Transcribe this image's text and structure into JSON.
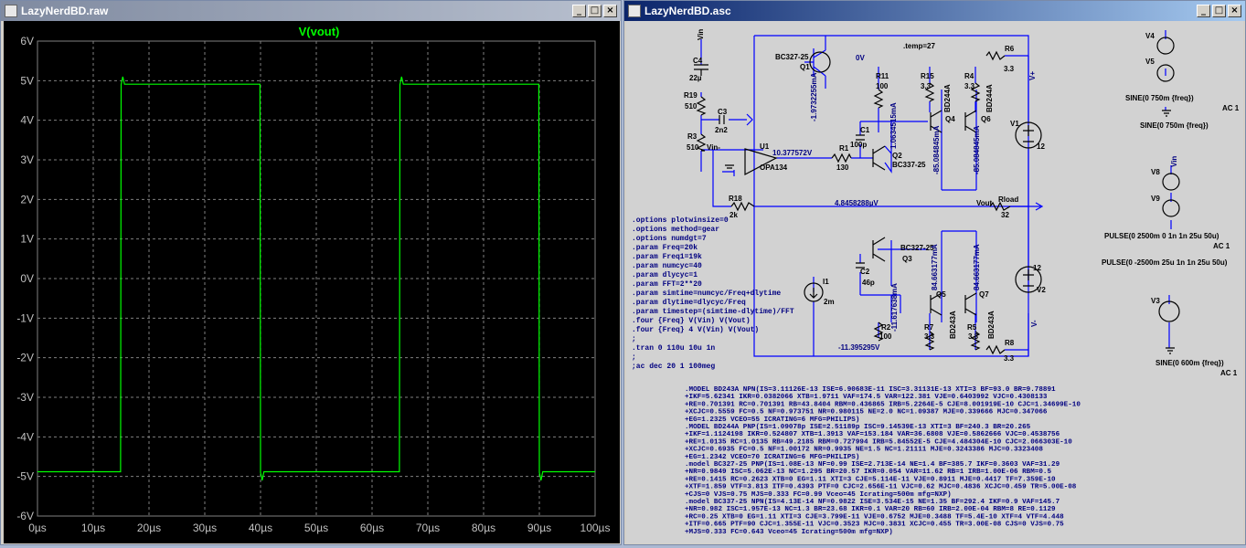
{
  "waveform_window": {
    "title": "LazyNerdBD.raw",
    "trace_label": "V(vout)",
    "trace_color": "#00ff00",
    "y_ticks": [
      "6V",
      "5V",
      "4V",
      "3V",
      "2V",
      "1V",
      "0V",
      "-1V",
      "-2V",
      "-3V",
      "-4V",
      "-5V",
      "-6V"
    ],
    "x_ticks": [
      "0µs",
      "10µs",
      "20µs",
      "30µs",
      "40µs",
      "50µs",
      "60µs",
      "70µs",
      "80µs",
      "90µs",
      "100µs"
    ]
  },
  "chart_data": {
    "type": "line",
    "title": "V(vout)",
    "xlabel": "",
    "ylabel": "",
    "xlim": [
      0,
      100
    ],
    "ylim": [
      -6,
      6
    ],
    "x_unit": "µs",
    "y_unit": "V",
    "grid": true,
    "series": [
      {
        "name": "V(vout)",
        "x": [
          0,
          14.9,
          15.0,
          15.3,
          15.6,
          39.9,
          40.0,
          40.3,
          40.6,
          64.9,
          65.0,
          65.3,
          65.6,
          89.9,
          90.0,
          90.3,
          90.6,
          100
        ],
        "y": [
          -4.88,
          -4.88,
          4.9,
          5.1,
          4.91,
          4.91,
          -4.9,
          -5.1,
          -4.88,
          -4.88,
          4.9,
          5.1,
          4.91,
          4.91,
          -4.9,
          -5.1,
          -4.88,
          -4.88
        ]
      }
    ]
  },
  "schematic_window": {
    "title": "LazyNerdBD.asc",
    "labels": {
      "vin_top": "Vin",
      "c4": "C4",
      "c4_val": "22µ",
      "r19": "R19",
      "r19_val": "510",
      "c3": "C3",
      "c3_val": "2n2",
      "r3": "R3",
      "r3_val": "510",
      "vin_minus": "Vin-",
      "u1": "U1",
      "u1_model": "OPA134",
      "u1_out_v": "10.377572V",
      "r1": "R1",
      "r1_val": "130",
      "r18": "R18",
      "r18_val": "2k",
      "q1_model": "BC327-25",
      "q1": "Q1",
      "q1_current": "-1.9732255mA",
      "temp": ".temp=27",
      "zero_v": "0V",
      "r11": "R11",
      "r11_val": "100",
      "r15": "R15",
      "r15_val": "3.3",
      "r4": "R4",
      "r4_val": "3.3",
      "bd244a_1": "BD244A",
      "bd244a_2": "BD244A",
      "q4": "Q4",
      "q6": "Q6",
      "r6": "R6",
      "r6_val": "3.3",
      "vplus": "V+",
      "c1": "C1",
      "c1_val": "100p",
      "c1_current": "1.0634515mA",
      "q2": "Q2",
      "q2_model": "BC337-25",
      "q4_current": "-85.084845mA",
      "q6_current": "-85.084845mA",
      "v1": "V1",
      "v1_val": "12",
      "out_v": "4.8458288µV",
      "vout": "Vout",
      "rload": "Rload",
      "rload_val": "32",
      "q3_model": "BC327-25",
      "q3": "Q3",
      "c2": "C2",
      "c2_val": "46p",
      "c2_current": "-11.617638mA",
      "q5_current": "84.663177mA",
      "q7_current": "84.663177mA",
      "i1": "I1",
      "i1_val": "2m",
      "q5": "Q5",
      "q7": "Q7",
      "r2": "R2",
      "r2_val": "100",
      "r7": "R7",
      "r7_val": "3.3",
      "r5": "R5",
      "r5_val": "3.3",
      "bd243a_1": "BD243A",
      "bd243a_2": "BD243A",
      "v2": "V2",
      "v2_val": "12",
      "vminus": "V-",
      "neg_v": "-11.395295V",
      "r8": "R8",
      "r8_val": "3.3",
      "v4": "V4",
      "v5": "V5",
      "sine1": "SINE(0 750m {freq})",
      "ac1": "AC 1",
      "sine2": "SINE(0 750m {freq})",
      "vin_right": "Vin",
      "v8": "V8",
      "v9": "V9",
      "pulse1": "PULSE(0 2500m 0 1n 1n 25u 50u)",
      "ac2": "AC 1",
      "pulse2": "PULSE(0 -2500m 25u 1n 1n 25u 50u)",
      "v3": "V3",
      "sine3": "SINE(0 600m {freq})",
      "ac3": "AC 1"
    },
    "directives": [
      ".options plotwinsize=0",
      ".options method=gear",
      ".options numdgt=7",
      ".param Freq=20k",
      ".param Freq1=19k",
      ".param numcyc=40",
      ".param dlycyc=1",
      ".param FFT=2**20",
      ".param simtime=numcyc/Freq+dlytime",
      ".param dlytime=dlycyc/Freq",
      ".param timestep=(simtime-dlytime)/FFT",
      ".four {Freq} V(Vin) V(Vout)",
      ".four {Freq} 4 V(Vin) V(Vout)",
      ";",
      ".tran 0 110u 10u 1n",
      ";",
      ";ac dec 20 1 100meg"
    ],
    "models": [
      ".MODEL BD243A NPN(IS=3.11126E-13 ISE=6.90683E-11 ISC=3.31131E-13 XTI=3 BF=93.0 BR=9.78891",
      "+IKF=5.62341 IKR=0.0382066 XTB=1.9711 VAF=174.5 VAR=122.381 VJE=0.6403992 VJC=0.4308133",
      "+RE=0.701391 RC=0.701391 RB=43.8404 RBM=0.436865 IRB=5.2264E-5 CJE=8.001919E-10 CJC=1.34699E-10",
      "+XCJC=0.5559 FC=0.5 NF=0.973751 NR=0.980115 NE=2.0 NC=1.09387 MJE=0.339666 MJC=0.347066",
      "+EG=1.2325 VCEO=55 ICRATING=6 MFG=PHILIPS)",
      ".MODEL BD244A PNP(IS=1.09078p ISE=2.51189p ISC=9.14539E-13 XTI=3 BF=240.3 BR=20.265",
      "+IKF=1.1124198 IKR=0.524807 XTB=1.3913 VAF=153.184 VAR=36.6808 VJE=0.5862666 VJC=0.4538756",
      "+RE=1.0135 RC=1.0135 RB=49.2185 RBM=0.727994 IRB=5.84552E-5 CJE=4.484304E-10 CJC=2.066303E-10",
      "+XCJC=0.6935 FC=0.5 NF=1.00172 NR=0.9935 NE=1.5 NC=1.21111 MJE=0.3243386 MJC=0.3323408",
      "+EG=1.2342 VCEO=70 ICRATING=6 MFG=PHILIPS)",
      ".model BC327-25 PNP(IS=1.08E-13 NF=0.99 ISE=2.713E-14 NE=1.4 BF=385.7 IKF=0.3603 VAF=31.29",
      "+NR=0.9849 ISC=5.062E-13 NC=1.295 BR=20.57 IKR=0.054 VAR=11.62 RB=1 IRB=1.00E-06 RBM=0.5",
      "+RE=0.1415 RC=0.2623 XTB=0 EG=1.11 XTI=3 CJE=5.114E-11 VJE=0.8911 MJE=0.4417 TF=7.359E-10",
      "+XTF=1.859 VTF=3.813 ITF=0.4393 PTF=0 CJC=2.656E-11 VJC=0.62 MJC=0.4836 XCJC=0.459 TR=5.00E-08",
      "+CJS=0 VJS=0.75 MJS=0.333 FC=0.99 Vceo=45 Icrating=500m mfg=NXP)",
      ".model BC337-25 NPN(IS=4.13E-14 NF=0.9822 ISE=3.534E-15 NE=1.35 BF=292.4 IKF=0.9 VAF=145.7",
      "+NR=0.982 ISC=1.957E-13 NC=1.3 BR=23.68 IKR=0.1 VAR=20 RB=60 IRB=2.00E-04 RBM=8 RE=0.1129",
      "+RC=0.25 XTB=0 EG=1.11 XTI=3 CJE=3.799E-11 VJE=0.6752 MJE=0.3488 TF=5.4E-10 XTF=4 VTF=4.448",
      "+ITF=0.665 PTF=90 CJC=1.355E-11 VJC=0.3523 MJC=0.3831 XCJC=0.455 TR=3.00E-08 CJS=0 VJS=0.75",
      "+MJS=0.333 FC=0.643 Vceo=45 Icrating=500m mfg=NXP)"
    ]
  },
  "colors": {
    "wire": "#0000ff",
    "component": "#000000",
    "label": "#000080",
    "plot_bg": "#000000",
    "grid": "#808080"
  }
}
